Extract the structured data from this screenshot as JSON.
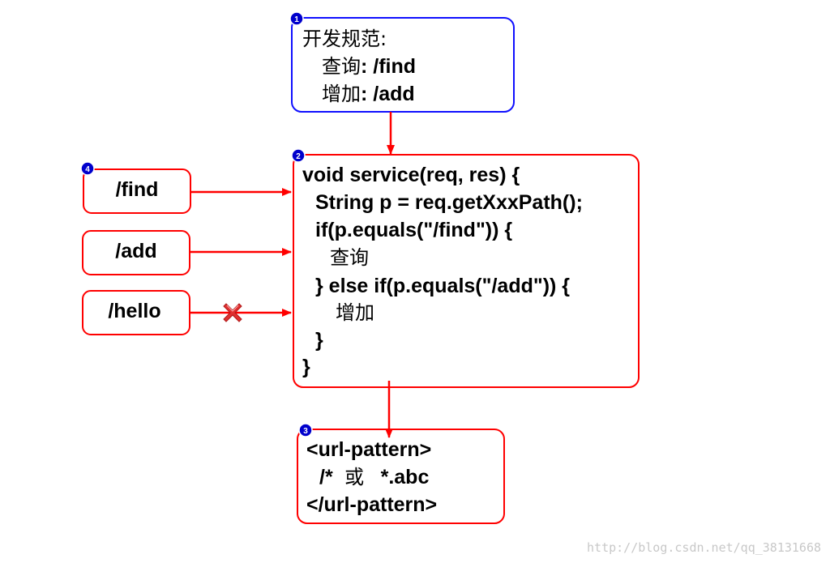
{
  "box1": {
    "badge": "1",
    "line1": "开发规范:",
    "line2_cn": "查询",
    "line2_rest": ": /find",
    "line3_cn": "增加",
    "line3_rest": ": /add"
  },
  "box2": {
    "badge": "2",
    "code": [
      "void service(req, res) {",
      "String p = req.getXxxPath();",
      "if(p.equals(\"/find\")) {",
      "查询",
      "} else if(p.equals(\"/add\")) {",
      "增加",
      "}",
      "}"
    ]
  },
  "box3": {
    "badge": "3",
    "line1": "<url-pattern>",
    "line2_a": "/*",
    "line2_cn": "或",
    "line2_b": "*.abc",
    "line3": "</url-pattern>"
  },
  "requests": {
    "badge": "4",
    "items": [
      "/find",
      "/add",
      "/hello"
    ]
  },
  "watermark": "http://blog.csdn.net/qq_38131668",
  "colors": {
    "red": "#ff0000",
    "blue": "#1010ff",
    "badge_fill": "#0000cc",
    "reject": "#e03030"
  },
  "icons": {
    "reject_marker": "x-mark-icon",
    "badges": "numbered-badge-icon"
  }
}
